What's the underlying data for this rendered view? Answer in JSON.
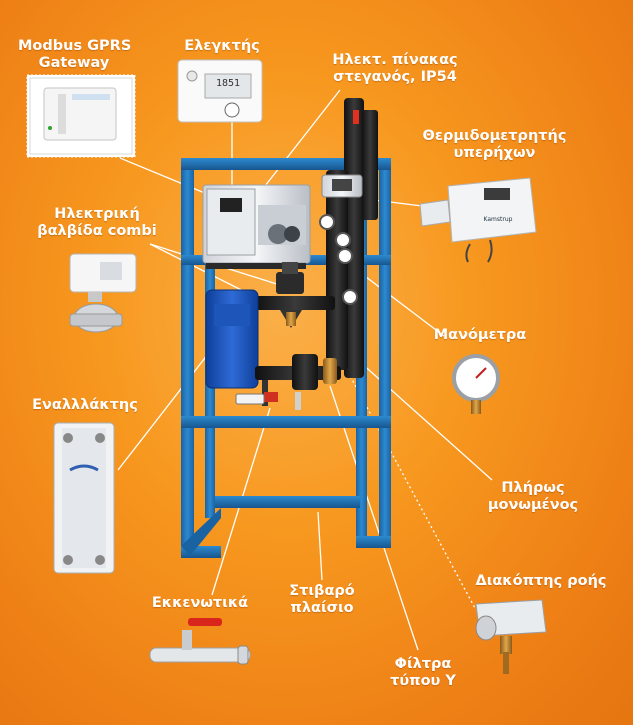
{
  "labels": {
    "modbus_line1": "Modbus GPRS",
    "modbus_line2": "Gateway",
    "controller": "Ελεγκτής",
    "panel_line1": "Ηλεκτ. πίνακας",
    "panel_line2": "στεγανός, IP54",
    "meter_line1": "Θερμιδομετρητής",
    "meter_line2": "υπερήχων",
    "valve_line1": "Ηλεκτρική",
    "valve_line2": "βαλβίδα combi",
    "manometers": "Μανόμετρα",
    "exchanger": "Εναλλλάκτης",
    "insulated_line1": "Πλήρως",
    "insulated_line2": "μονωμένος",
    "flow_switch": "Διακόπτης ροής",
    "drains": "Εκκενωτικά",
    "frame_line1": "Στιβαρό",
    "frame_line2": "πλαίσιο",
    "filter_line1": "Φίλτρα",
    "filter_line2": "τύπου Y"
  },
  "device_text": {
    "controller_display": "1851",
    "meter_brand": "Kamstrup"
  },
  "colors": {
    "background": "#f28c1c",
    "frame_blue": "#1f74b8",
    "label_text": "#ffffff"
  }
}
